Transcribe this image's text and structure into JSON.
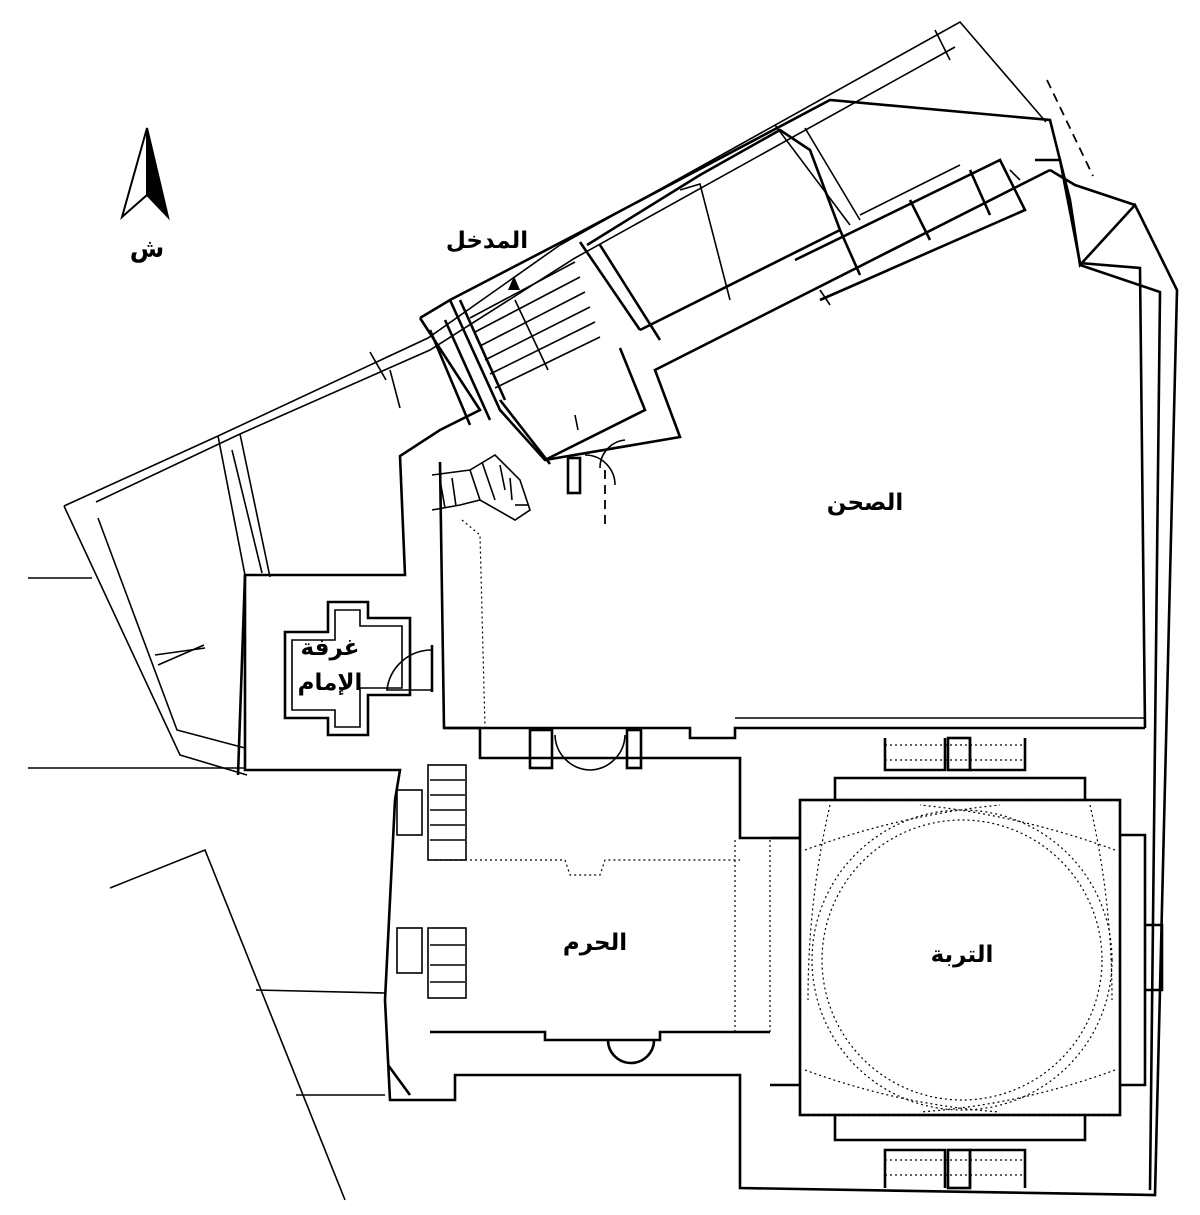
{
  "compass": {
    "label": "ش"
  },
  "labels": {
    "entrance": "المدخل",
    "courtyard": "الصحن",
    "imam_room_line1": "غرفة",
    "imam_room_line2": "الإمام",
    "prayer_hall": "الحرم",
    "tomb": "التربة"
  }
}
